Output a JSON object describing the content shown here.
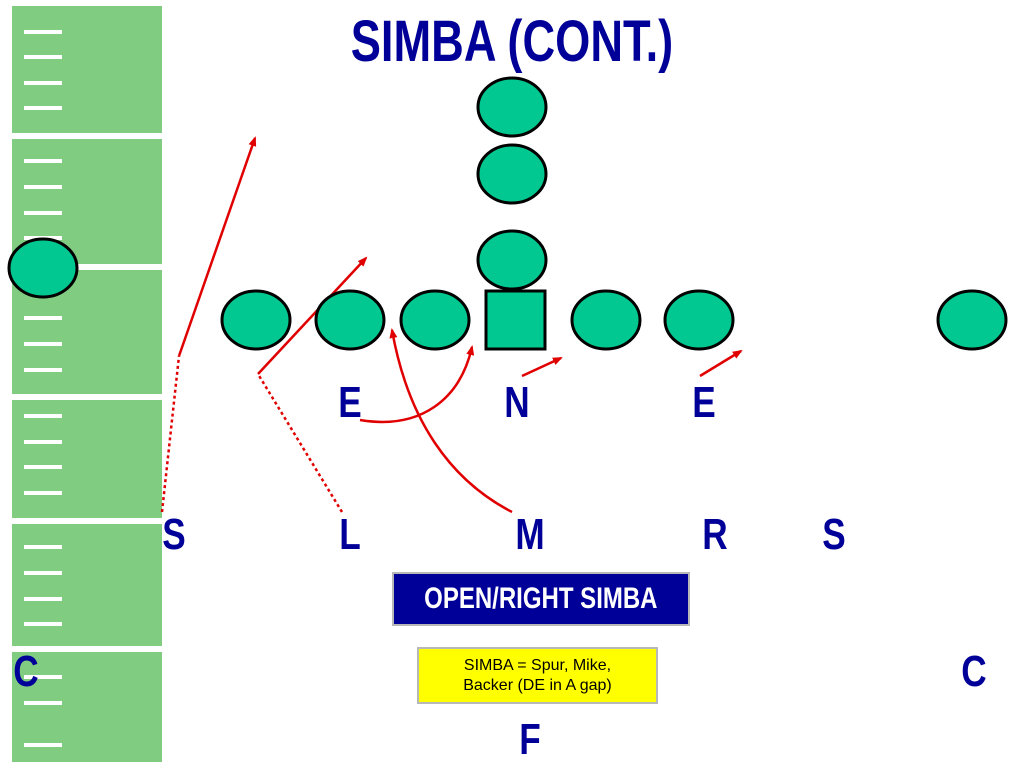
{
  "slide": {
    "title": "SIMBA (CONT.)",
    "formation_label": "OPEN/RIGHT SIMBA",
    "note_line_1": "SIMBA = Spur, Mike,",
    "note_line_2": "Backer (DE in A gap)"
  },
  "colors": {
    "field_green": "#80CC80",
    "player_fill": "#00C890",
    "label_blue": "#000099",
    "route_red": "#E00000",
    "note_yellow": "#FFFF00"
  },
  "offense_players": [
    {
      "name": "player-top",
      "shape": "circle"
    },
    {
      "name": "player-second",
      "shape": "circle"
    },
    {
      "name": "player-backfield",
      "shape": "circle"
    },
    {
      "name": "player-wide-left",
      "shape": "circle"
    },
    {
      "name": "player-left-1",
      "shape": "circle"
    },
    {
      "name": "player-left-2",
      "shape": "circle"
    },
    {
      "name": "player-left-3",
      "shape": "circle"
    },
    {
      "name": "player-center",
      "shape": "square"
    },
    {
      "name": "player-right-1",
      "shape": "circle"
    },
    {
      "name": "player-right-2",
      "shape": "circle"
    },
    {
      "name": "player-wide-right",
      "shape": "circle"
    }
  ],
  "defense_labels": {
    "e_left": "E",
    "n": "N",
    "e_right": "E",
    "s_left": "S",
    "l": "L",
    "m": "M",
    "r": "R",
    "s_right": "S",
    "c_left": "C",
    "c_right": "C",
    "f": "F"
  }
}
